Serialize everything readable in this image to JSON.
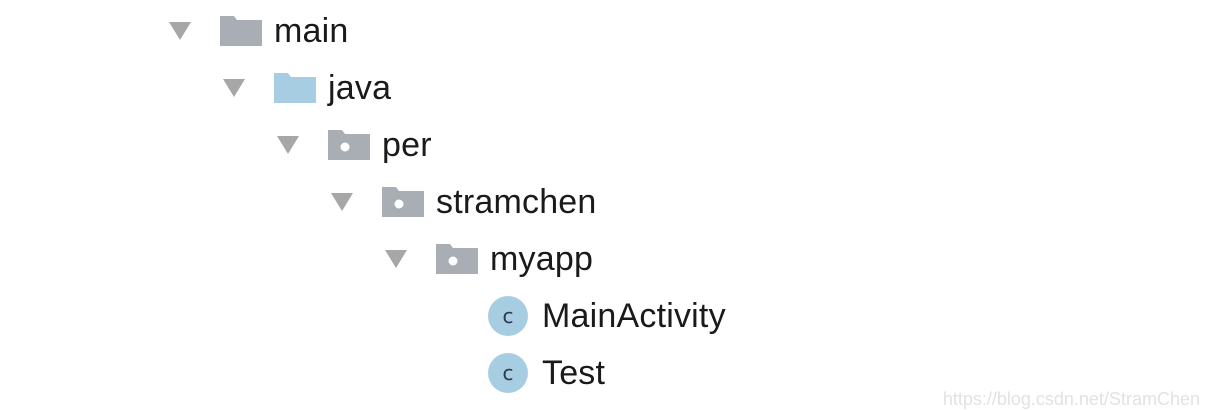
{
  "colors": {
    "arrow": "#a7a7a7",
    "folder_gray": "#a9adb4",
    "folder_blue": "#a7cde3",
    "package_dot": "#ffffff",
    "class_badge": "#a7cde3",
    "text": "#1a1a1a"
  },
  "tree": {
    "main": {
      "label": "main",
      "icon": "folder-icon"
    },
    "java": {
      "label": "java",
      "icon": "source-folder-icon"
    },
    "per": {
      "label": "per",
      "icon": "package-icon"
    },
    "stramchen": {
      "label": "stramchen",
      "icon": "package-icon"
    },
    "myapp": {
      "label": "myapp",
      "icon": "package-icon"
    },
    "mainactivity": {
      "label": "MainActivity",
      "badge": "c",
      "icon": "class-icon"
    },
    "test": {
      "label": "Test",
      "badge": "c",
      "icon": "class-icon"
    }
  },
  "watermark": "https://blog.csdn.net/StramChen"
}
